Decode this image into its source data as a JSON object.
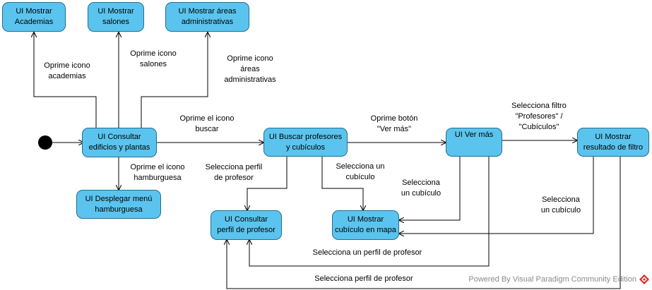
{
  "nodes": {
    "academias": [
      "UI Mostrar",
      "Academias"
    ],
    "salones": [
      "UI Mostrar",
      "salones"
    ],
    "areas": [
      "UI Mostrar áreas",
      "administrativas"
    ],
    "consultar_edificios": [
      "UI Consultar",
      "edificios y plantas"
    ],
    "menu_hamburguesa": [
      "UI Desplegar menú",
      "hamburguesa"
    ],
    "buscar_profesores": [
      "UI Buscar profesores",
      "y cubículos"
    ],
    "ver_mas": [
      "UI Ver más"
    ],
    "resultado_filtro": [
      "UI Mostrar",
      "resultado de filtro"
    ],
    "perfil_profesor": [
      "UI Consultar",
      "perfil de profesor"
    ],
    "cubiculo_mapa": [
      "UI Mostrar",
      "cubículo en mapa"
    ]
  },
  "transitions": {
    "to_academias": [
      "Oprime icono",
      "academias"
    ],
    "to_salones": [
      "Oprime icono",
      "salones"
    ],
    "to_areas": [
      "Oprime icono",
      "áreas",
      "administrativas"
    ],
    "to_buscar": [
      "Oprime el icono",
      "buscar"
    ],
    "to_hamburguesa": [
      "Oprime el icono",
      "hamburguesa"
    ],
    "to_ver_mas": [
      "Oprime botón",
      "\"Ver más\""
    ],
    "to_filtro": [
      "Selecciona filtro",
      "\"Profesores\" /",
      "\"Cubículos\""
    ],
    "buscar_to_perfil": [
      "Selecciona perfil",
      "de profesor"
    ],
    "buscar_to_cubiculo": [
      "Selecciona un",
      "cubículo"
    ],
    "vermas_to_cubiculo": [
      "Selecciona",
      "un cubículo"
    ],
    "filtro_to_cubiculo": [
      "Selecciona",
      "un cubículo"
    ],
    "vermas_to_perfil": [
      "Selecciona un perfil de profesor"
    ],
    "filtro_to_perfil": [
      "Selecciona perfil de profesor"
    ]
  },
  "footer": "Powered By  Visual Paradigm Community Edition",
  "colors": {
    "node_fill": "#5bc4ee",
    "node_border": "#1e6d93",
    "line": "#000000",
    "footer_text": "#8a8a8a",
    "logo": "#d12d2d"
  }
}
